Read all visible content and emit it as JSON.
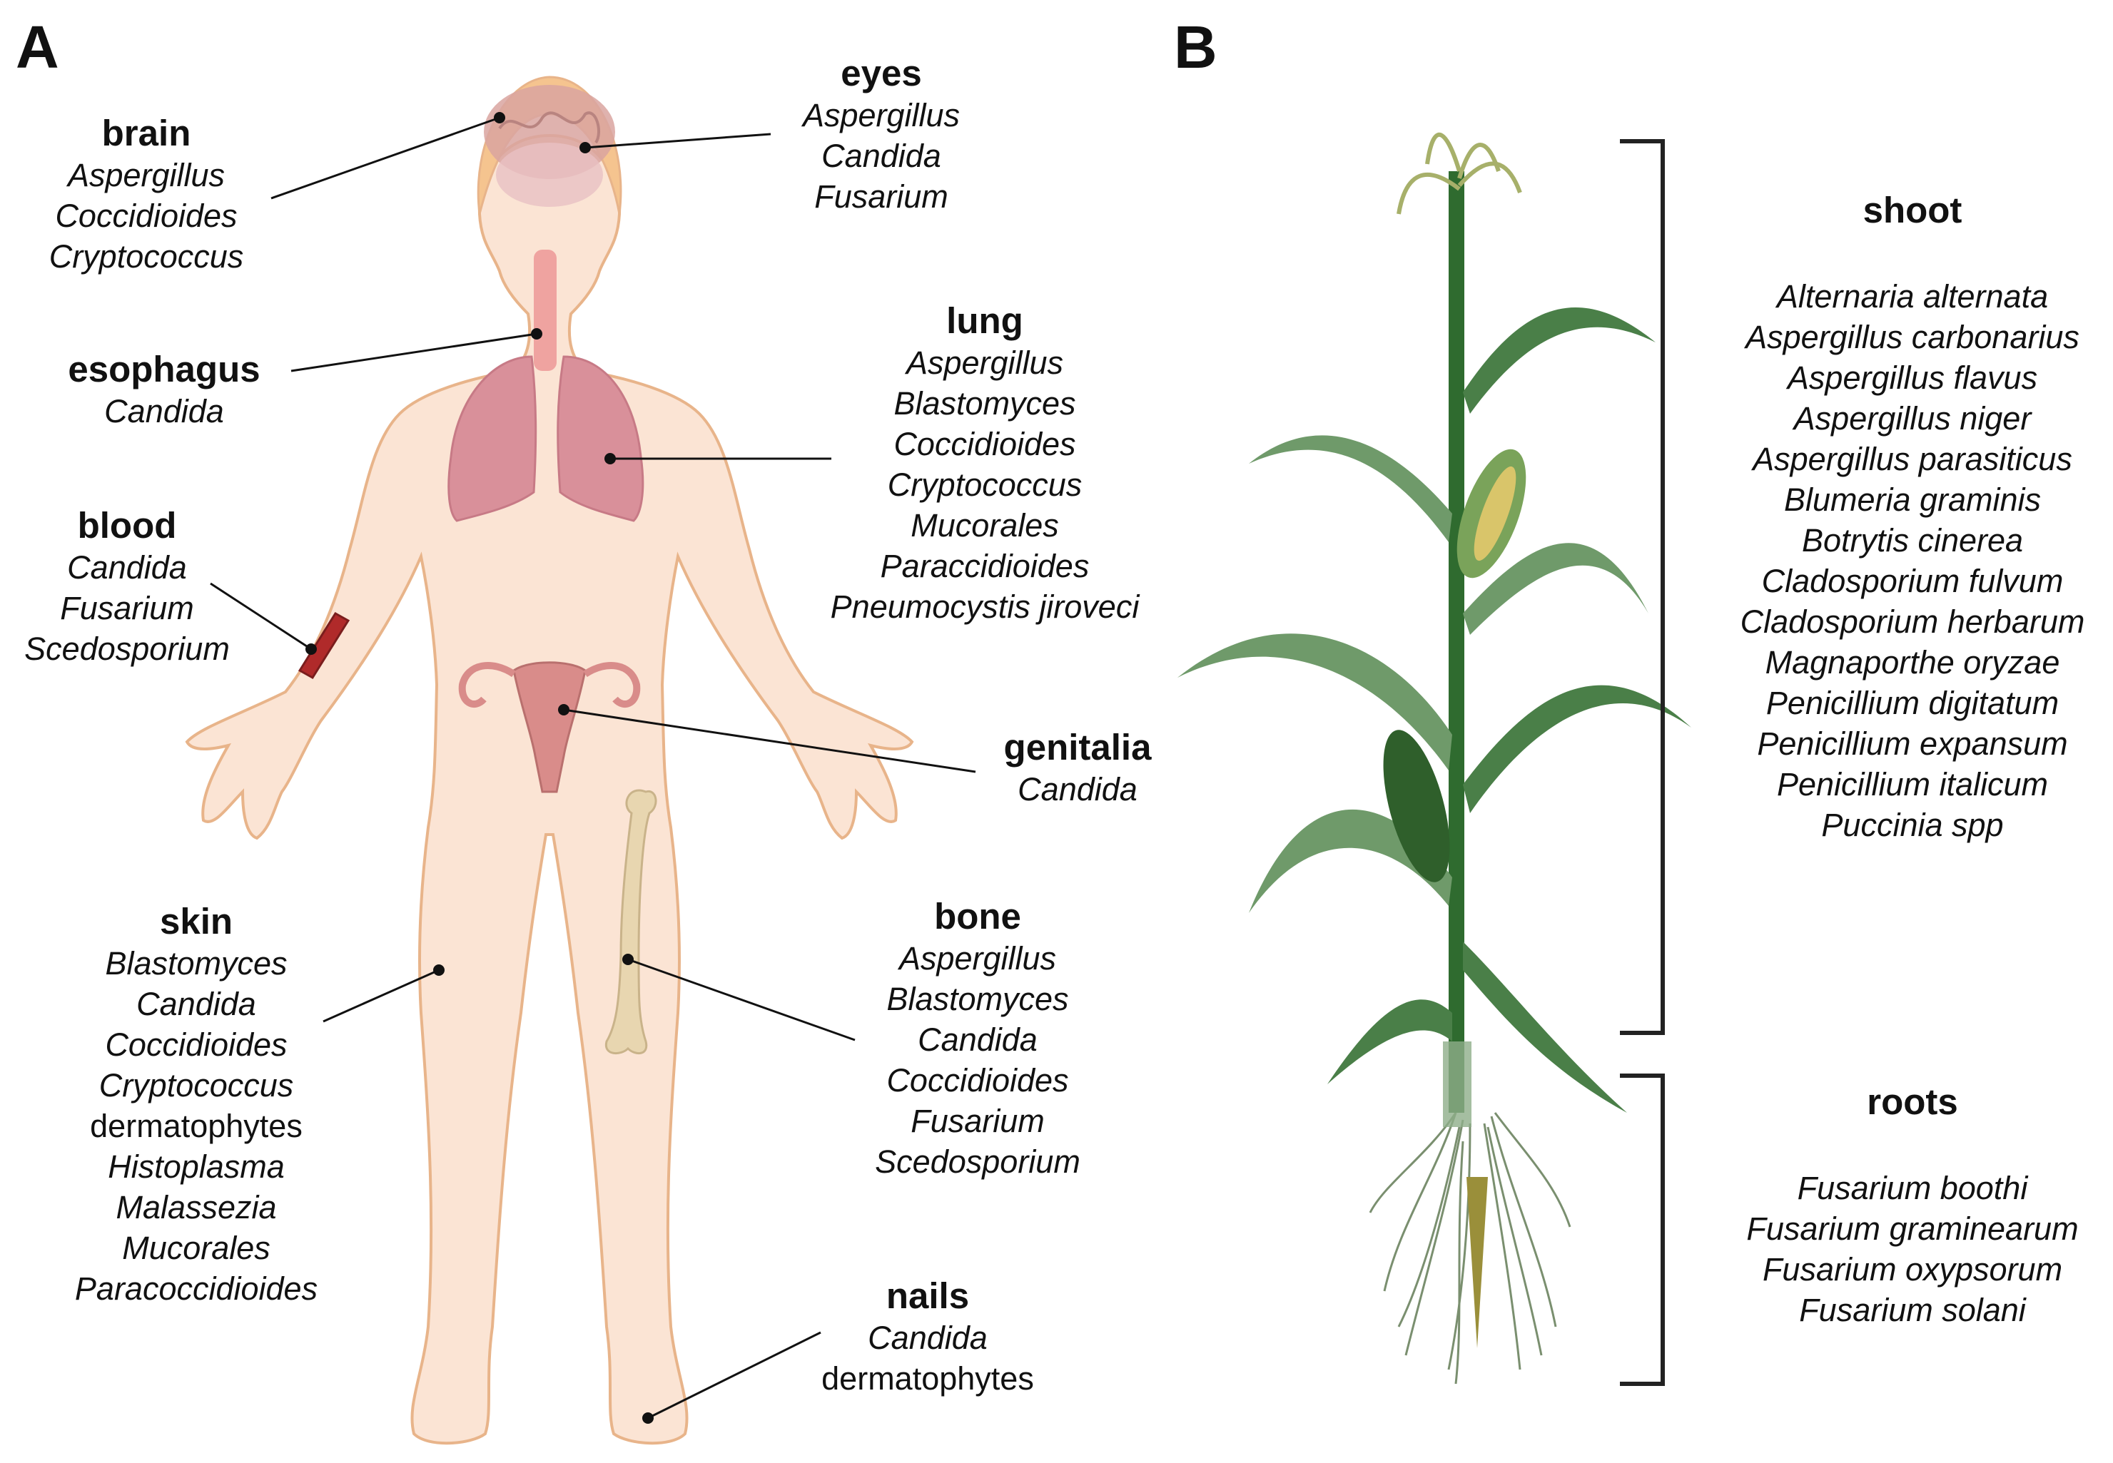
{
  "panels": {
    "a": {
      "letter": "A"
    },
    "b": {
      "letter": "B"
    }
  },
  "human": {
    "brain": {
      "title": "brain",
      "items": [
        "Aspergillus",
        "Coccidioides",
        "Cryptococcus"
      ]
    },
    "eyes": {
      "title": "eyes",
      "items": [
        "Aspergillus",
        "Candida",
        "Fusarium"
      ]
    },
    "esophagus": {
      "title": "esophagus",
      "items": [
        "Candida"
      ]
    },
    "lung": {
      "title": "lung",
      "items": [
        "Aspergillus",
        "Blastomyces",
        "Coccidioides",
        "Cryptococcus",
        "Mucorales",
        "Paraccidioides",
        "Pneumocystis jiroveci"
      ]
    },
    "blood": {
      "title": "blood",
      "items": [
        "Candida",
        "Fusarium",
        "Scedosporium"
      ]
    },
    "genitalia": {
      "title": "genitalia",
      "items": [
        "Candida"
      ]
    },
    "skin": {
      "title": "skin",
      "items": [
        "Blastomyces",
        "Candida",
        "Coccidioides",
        "Cryptococcus",
        "dermatophytes",
        "Histoplasma",
        "Malassezia",
        "Mucorales",
        "Paracoccidioides"
      ]
    },
    "bone": {
      "title": "bone",
      "items": [
        "Aspergillus",
        "Blastomyces",
        "Candida",
        "Coccidioides",
        "Fusarium",
        "Scedosporium"
      ]
    },
    "nails": {
      "title": "nails",
      "items": [
        "Candida",
        "dermatophytes"
      ]
    }
  },
  "plant": {
    "shoot": {
      "title": "shoot",
      "items": [
        "Alternaria alternata",
        "Aspergillus carbonarius",
        "Aspergillus flavus",
        "Aspergillus niger",
        "Aspergillus parasiticus",
        "Blumeria graminis",
        "Botrytis cinerea",
        "Cladosporium fulvum",
        "Cladosporium herbarum",
        "Magnaporthe oryzae",
        "Penicillium digitatum",
        "Penicillium expansum",
        "Penicillium italicum",
        "Puccinia spp"
      ]
    },
    "roots": {
      "title": "roots",
      "items": [
        "Fusarium boothi",
        "Fusarium graminearum",
        "Fusarium oxypsorum",
        "Fusarium solani"
      ]
    }
  },
  "colors": {
    "skin": "#fbe4d4",
    "skin_outline": "#e8b48a",
    "lung": "#d9909a",
    "plant_dark": "#2f6b2f",
    "plant_light": "#6f9a6a"
  }
}
